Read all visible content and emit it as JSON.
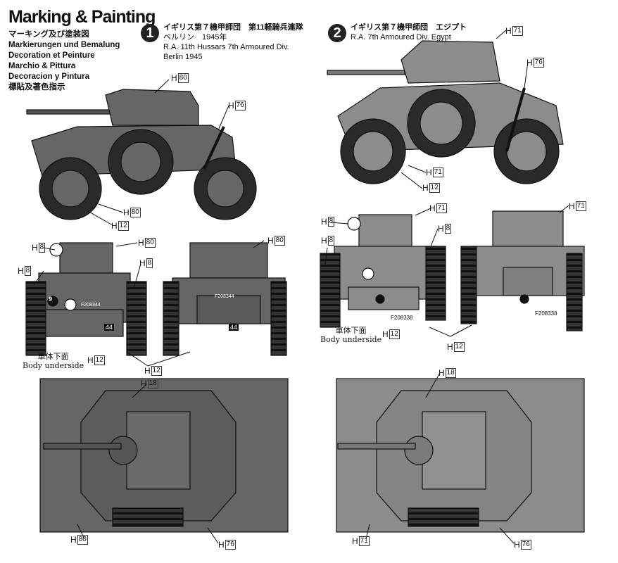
{
  "page": {
    "title": "Marking & Painting",
    "headings": [
      "マーキング及び塗装図",
      "Markierungen und Bemalung",
      "Decoration et Peinture",
      "Marchio & Pittura",
      "Decoracion y Pintura",
      "標貼及著色指示"
    ]
  },
  "versions": [
    {
      "number": "1",
      "title_jp": "イギリス第７機甲師団　第11軽騎兵連隊",
      "title_jp2": "ベルリン　1945年",
      "title_en": "R.A. 11th Hussars 7th Armoured Div.",
      "title_en2": "Berlin 1945"
    },
    {
      "number": "2",
      "title_jp": "イギリス第７機甲師団　エジプト",
      "title_en": "R.A. 7th Armoured Div. Egypt"
    }
  ],
  "codes": {
    "h80": "80",
    "h76": "76",
    "h12": "12",
    "h8": "8",
    "h71": "71",
    "h18": "18",
    "prefix": "H"
  },
  "labels": {
    "underside_jp": "車体下面",
    "underside_en": "Body underside",
    "serial1": "F208344",
    "serial2": "F208338",
    "plate": "44",
    "nine": "9"
  },
  "colors": {
    "v1_body": "#666666",
    "v2_body": "#8c8c8c",
    "outline": "#111111"
  }
}
